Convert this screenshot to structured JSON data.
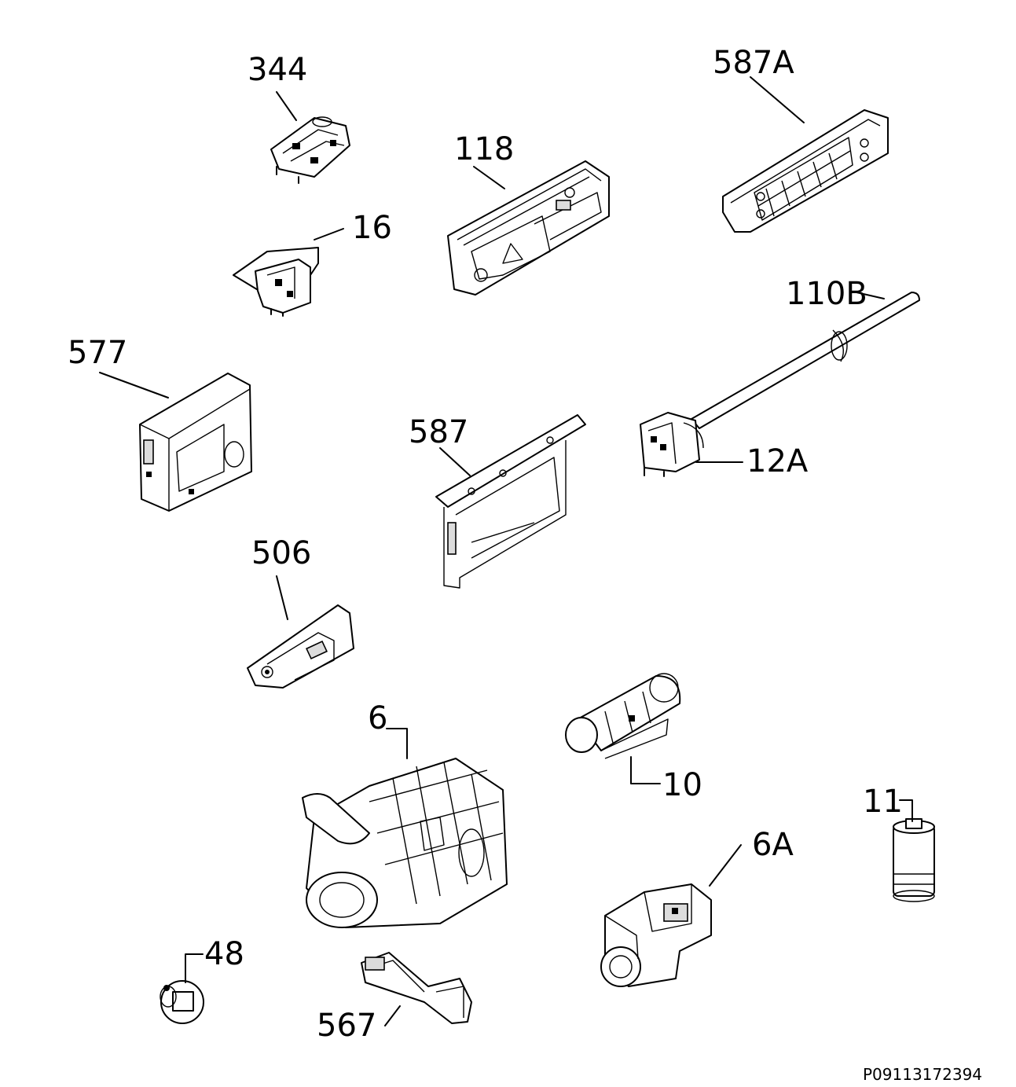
{
  "diagram": {
    "labels": {
      "p344": "344",
      "p587A": "587A",
      "p118": "118",
      "p16": "16",
      "p110B": "110B",
      "p577": "577",
      "p587": "587",
      "p12A": "12A",
      "p506": "506",
      "p6": "6",
      "p10": "10",
      "p11": "11",
      "p6A": "6A",
      "p48": "48",
      "p567": "567"
    },
    "drawing_code": "P09113172394"
  }
}
